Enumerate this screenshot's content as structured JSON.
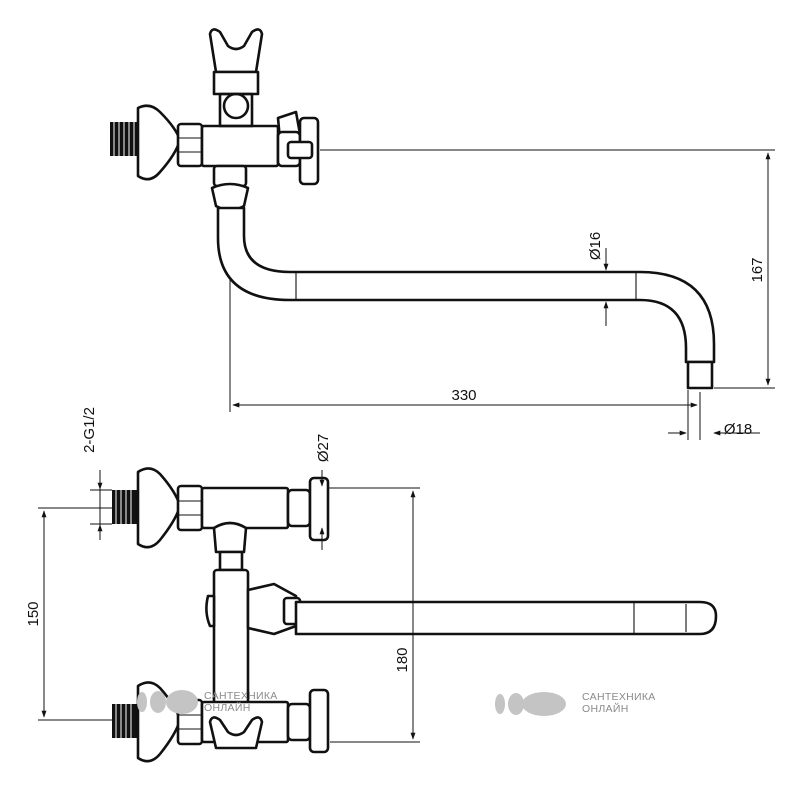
{
  "dimensions": {
    "spout_length": "330",
    "height": "167",
    "pipe_diameter": "Ø16",
    "outlet_diameter": "Ø18",
    "connection_thread": "2-G1/2",
    "body_diameter": "Ø27",
    "center_distance": "150",
    "total_height": "180"
  },
  "watermark": {
    "line1": "САНТЕХНИКА",
    "line2": "ОНЛАЙН"
  }
}
